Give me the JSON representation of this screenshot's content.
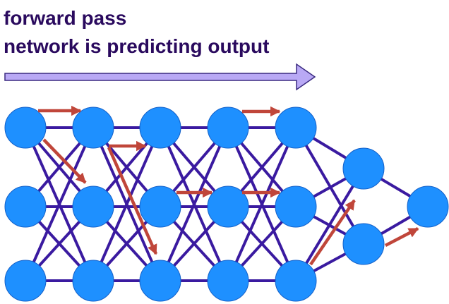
{
  "title": {
    "line1": "forward pass",
    "line2": "network is predicting output"
  },
  "colors": {
    "title_text": "#2a0a5e",
    "node_fill": "#1e90ff",
    "node_stroke": "#1460c8",
    "edge": "#3a1aa0",
    "big_arrow_fill": "#b9a9f5",
    "big_arrow_stroke": "#3a2a80",
    "flow_arrow": "#c0463a"
  },
  "diagram": {
    "layers": 7,
    "nodes_per_layer": [
      3,
      3,
      3,
      3,
      3,
      2,
      1
    ],
    "connectivity": "fully-connected",
    "direction": "left-to-right"
  }
}
